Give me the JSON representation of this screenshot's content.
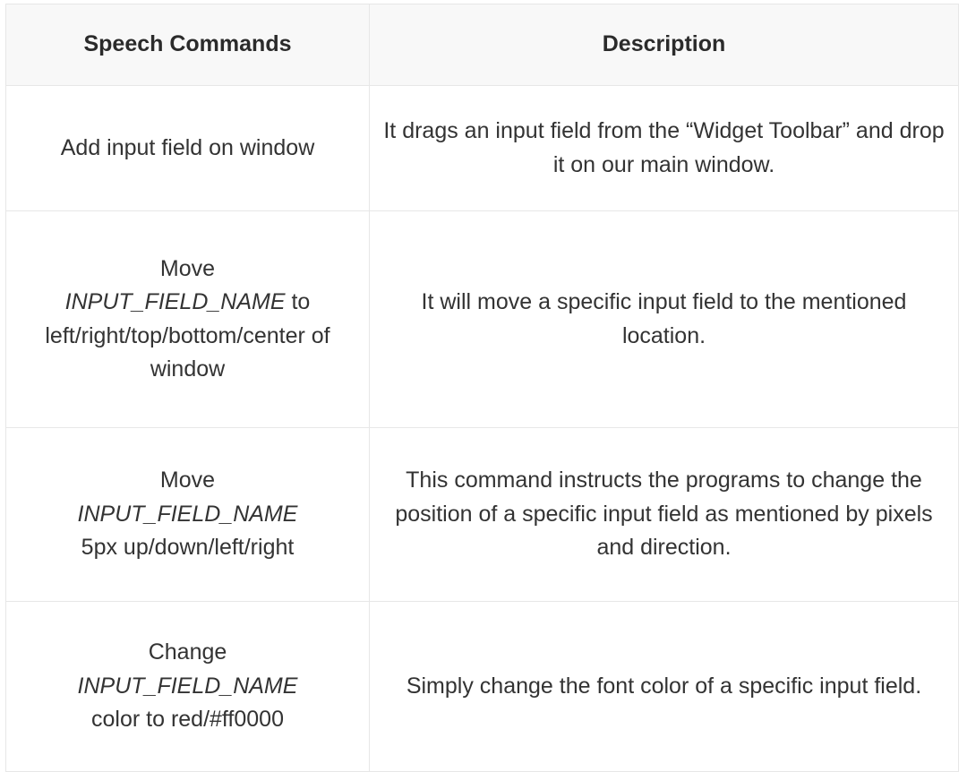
{
  "table": {
    "columns": [
      {
        "key": "command",
        "label": "Speech Commands"
      },
      {
        "key": "description",
        "label": "Description"
      }
    ],
    "header_background": "#f8f8f8",
    "border_color": "#e7e7e7",
    "header_text_color": "#2b2b2b",
    "body_text_color": "#333333",
    "rows": [
      {
        "command_prefix": "Add input field on window",
        "command_variable": "",
        "command_suffix": "",
        "description": "It drags an input field from the “Widget Toolbar” and drop it on our main window."
      },
      {
        "command_prefix": "Move",
        "command_variable": "INPUT_FIELD_NAME",
        "command_suffix": "to left/right/top/bottom/center of window",
        "description": "It will move a specific input field to the mentioned location."
      },
      {
        "command_prefix": "Move",
        "command_variable": "INPUT_FIELD_NAME",
        "command_suffix": "5px up/down/left/right",
        "description": "This command instructs the programs to change the position of a specific input field as mentioned by pixels and direction."
      },
      {
        "command_prefix": "Change",
        "command_variable": "INPUT_FIELD_NAME",
        "command_suffix": "color to red/#ff0000",
        "description": "Simply change the font color of a specific input field."
      }
    ]
  }
}
